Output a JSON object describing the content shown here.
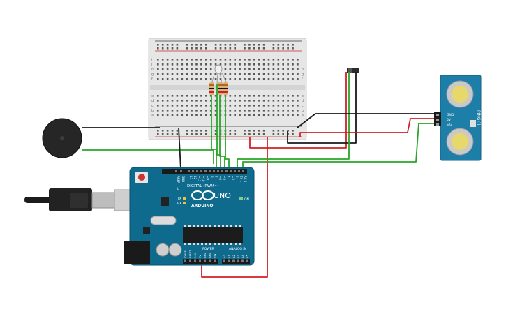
{
  "arduino": {
    "logo_text": "UNO",
    "brand_text": "ARDUINO",
    "digital_label": "DIGITAL (PWM~)",
    "power_label": "POWER",
    "analog_label": "ANALOG IN",
    "on_label": "ON",
    "tx_label": "TX",
    "rx_label": "RX",
    "l_label": "L",
    "aref_label": "AREF",
    "gnd_label": "GND",
    "digital_pins": [
      "13",
      "12",
      "~11",
      "~10",
      "~9",
      "8",
      "7",
      "~6",
      "~5",
      "4",
      "~3",
      "2",
      "TX 1",
      "RX 0"
    ],
    "power_pins": [
      "IOREF",
      "RESET",
      "3.3V",
      "5V",
      "GND",
      "GND",
      "VIN"
    ],
    "analog_pins": [
      "A0",
      "A1",
      "A2",
      "A3",
      "A4",
      "A5"
    ]
  },
  "sensor": {
    "name": "PING)))",
    "pins": [
      "GND",
      "5V",
      "SIG"
    ]
  },
  "buzzer": {
    "minus": "-",
    "plus": "+"
  },
  "breadboard": {
    "row_letters_top": [
      "j",
      "i",
      "h",
      "g",
      "f"
    ],
    "row_letters_bottom": [
      "e",
      "d",
      "c",
      "b",
      "a"
    ]
  },
  "colors": {
    "wire_green": "#2aa52a",
    "wire_red": "#d41f26",
    "wire_black": "#1a1a1a",
    "board_blue": "#0f6b8e",
    "sensor_blue": "#1d7fa8",
    "breadboard": "#e9e9e9"
  }
}
